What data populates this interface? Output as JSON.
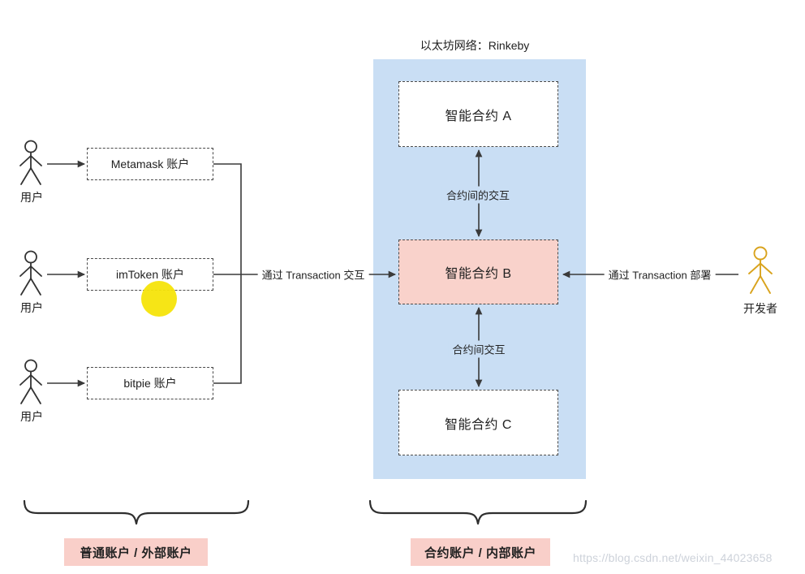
{
  "title": "以太坊网络：Rinkeby",
  "contracts": {
    "a": "智能合约 A",
    "b": "智能合约 B",
    "c": "智能合约 C",
    "interaction_ab": "合约间的交互",
    "interaction_bc": "合约间交互"
  },
  "accounts": [
    {
      "user": "用户",
      "label": "Metamask 账户"
    },
    {
      "user": "用户",
      "label": "imToken 账户"
    },
    {
      "user": "用户",
      "label": "bitpie 账户"
    }
  ],
  "developer": "开发者",
  "edges": {
    "interact": "通过 Transaction 交互",
    "deploy": "通过 Transaction 部署"
  },
  "groups": {
    "external": "普通账户 / 外部账户",
    "internal": "合约账户 / 内部账户"
  },
  "watermark": "https://blog.csdn.net/weixin_44023658",
  "colors": {
    "region": "#c9def4",
    "contract_b": "#f9d2cb",
    "group_label": "#f9cfc9",
    "highlight": "#f6e409",
    "developer": "#d9a31d"
  }
}
